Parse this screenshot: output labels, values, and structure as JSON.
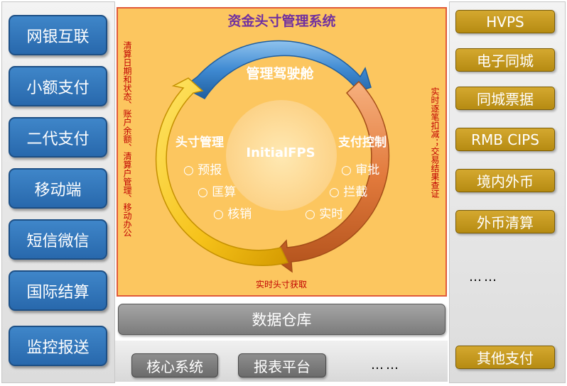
{
  "title": "资金头寸管理系统",
  "left_menu": [
    "网银互联",
    "小额支付",
    "二代支付",
    "移动端",
    "短信微信",
    "国际结算",
    "监控报送"
  ],
  "right_menu": [
    "HVPS",
    "电子同城",
    "同城票据",
    "RMB CIPS",
    "境内外币",
    "外币清算"
  ],
  "right_more": "……",
  "right_bottom": "其他支付",
  "left_note": "清算日期和状态、账户余额、清算户管理、移动办公",
  "right_note": "实时逐笔扣减；交易结果查证",
  "cycle": {
    "top": "管理驾驶舱",
    "center": "InitialFPS",
    "left": {
      "title": "头寸管理",
      "items": [
        "○ 预报",
        "○ 匡算",
        "○ 核销"
      ]
    },
    "right": {
      "title": "支付控制",
      "items": [
        "○ 审批",
        "○ 拦截",
        "○ 实时"
      ]
    }
  },
  "bottom_caption": "实时头寸获取",
  "data_warehouse": "数据仓库",
  "bottom_buttons": [
    "核心系统",
    "报表平台"
  ],
  "bottom_more": "……",
  "colors": {
    "panel": "#fcc65f",
    "blue": "#2e75b6",
    "gold": "#c49a1e",
    "title": "#7030a0",
    "red": "#c00000"
  }
}
